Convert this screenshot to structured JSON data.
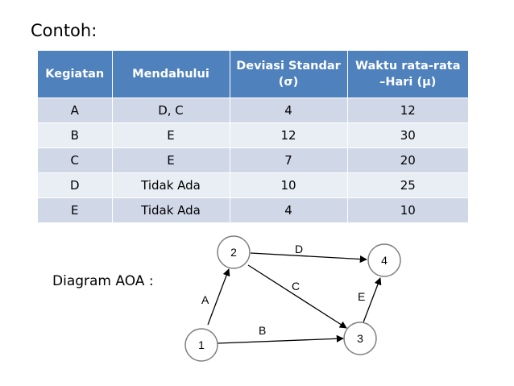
{
  "heading": "Contoh:",
  "table": {
    "headers": [
      "Kegiatan",
      "Mendahului",
      "Deviasi Standar (σ)",
      "Waktu rata-rata –Hari (µ)"
    ],
    "rows": [
      [
        "A",
        "D, C",
        "4",
        "12"
      ],
      [
        "B",
        "E",
        "12",
        "30"
      ],
      [
        "C",
        "E",
        "7",
        "20"
      ],
      [
        "D",
        "Tidak Ada",
        "10",
        "25"
      ],
      [
        "E",
        "Tidak Ada",
        "4",
        "10"
      ]
    ]
  },
  "diagram": {
    "label": "Diagram AOA :",
    "nodes": [
      "1",
      "2",
      "3",
      "4"
    ],
    "edges": [
      {
        "label": "A",
        "from": "1",
        "to": "2"
      },
      {
        "label": "B",
        "from": "1",
        "to": "3"
      },
      {
        "label": "C",
        "from": "2",
        "to": "3"
      },
      {
        "label": "D",
        "from": "2",
        "to": "4"
      },
      {
        "label": "E",
        "from": "3",
        "to": "4"
      }
    ],
    "colors": {
      "node_fill": "#ffffff",
      "node_stroke": "#7f7f7f",
      "edge": "#000000"
    }
  },
  "colors": {
    "header_bg": "#4f81bd",
    "row_odd": "#d0d8e8",
    "row_even": "#e9edf4"
  }
}
